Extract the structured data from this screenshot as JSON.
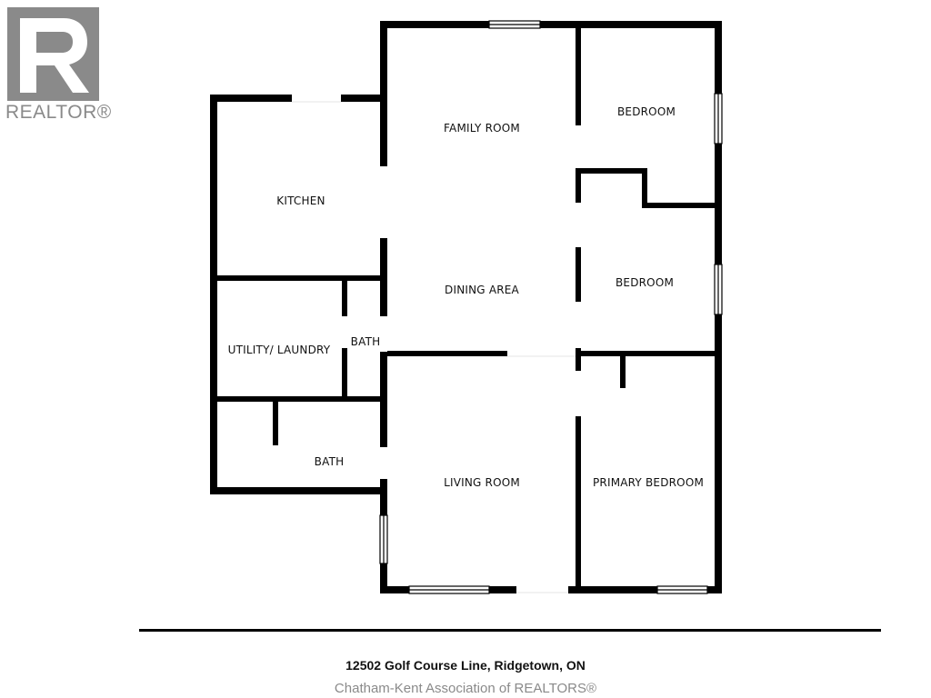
{
  "logo": {
    "text": "REALTOR®",
    "mark": "realtor-r-logo",
    "color": "#8a8a8a"
  },
  "rooms": {
    "family_room": "FAMILY ROOM",
    "bedroom_top": "BEDROOM",
    "kitchen": "KITCHEN",
    "bedroom_middle": "BEDROOM",
    "dining_area": "DINING AREA",
    "utility_laundry": "UTILITY/ LAUNDRY",
    "bath_small": "BATH",
    "bath_lower": "BATH",
    "living_room": "LIVING ROOM",
    "primary_bedroom": "PRIMARY BEDROOM"
  },
  "footer": {
    "address": "12502 Golf Course Line, Ridgetown, ON",
    "credit": "Chatham-Kent Association of REALTORS®"
  },
  "colors": {
    "wall": "#000000",
    "text": "#111111",
    "credit": "#8a8a8a"
  }
}
